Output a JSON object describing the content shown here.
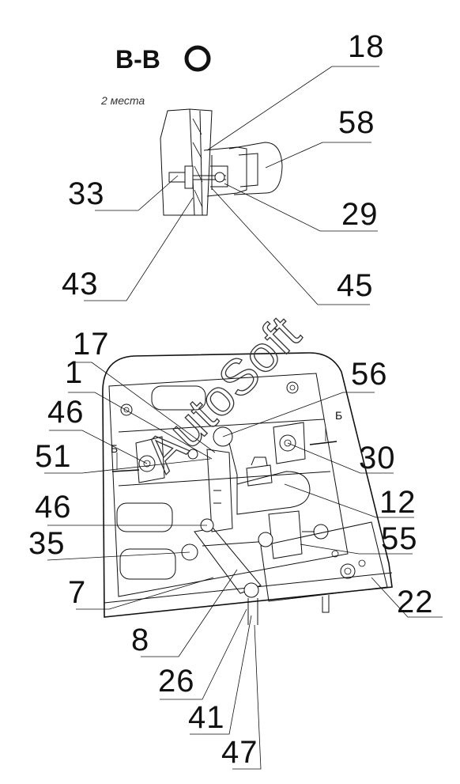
{
  "section": {
    "title": "B-B",
    "symbol": "circle",
    "note": "2 места"
  },
  "watermark": "AutoSoft",
  "section_marks": {
    "left": "Б",
    "right": "Б"
  },
  "callouts": [
    {
      "id": "c18",
      "label": "18"
    },
    {
      "id": "c58",
      "label": "58"
    },
    {
      "id": "c33",
      "label": "33"
    },
    {
      "id": "c29",
      "label": "29"
    },
    {
      "id": "c43",
      "label": "43"
    },
    {
      "id": "c45",
      "label": "45"
    },
    {
      "id": "c17",
      "label": "17"
    },
    {
      "id": "c1",
      "label": "1"
    },
    {
      "id": "c56",
      "label": "56"
    },
    {
      "id": "c46a",
      "label": "46"
    },
    {
      "id": "c30",
      "label": "30"
    },
    {
      "id": "c51",
      "label": "51"
    },
    {
      "id": "c12",
      "label": "12"
    },
    {
      "id": "c46b",
      "label": "46"
    },
    {
      "id": "c55",
      "label": "55"
    },
    {
      "id": "c35",
      "label": "35"
    },
    {
      "id": "c7",
      "label": "7"
    },
    {
      "id": "c22",
      "label": "22"
    },
    {
      "id": "c8",
      "label": "8"
    },
    {
      "id": "c26",
      "label": "26"
    },
    {
      "id": "c41",
      "label": "41"
    },
    {
      "id": "c47",
      "label": "47"
    }
  ]
}
